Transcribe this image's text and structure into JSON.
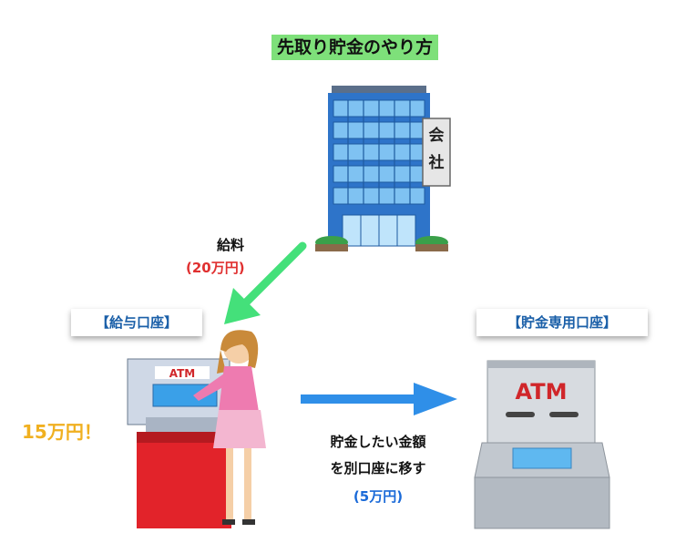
{
  "title": "先取り貯金のやり方",
  "company": {
    "sign_char_1": "会",
    "sign_char_2": "社"
  },
  "salary_flow": {
    "label": "給料",
    "amount": "(20万円)"
  },
  "salary_account": {
    "label": "【給与口座】",
    "atm_text": "ATM",
    "remaining": "15万円！"
  },
  "transfer": {
    "line1": "貯金したい金額",
    "line2": "を別口座に移す",
    "amount": "(5万円)"
  },
  "savings_account": {
    "label": "【貯金専用口座】",
    "atm_text": "ATM"
  },
  "colors": {
    "title_bg": "#7ee07a",
    "green_arrow": "#44e07a",
    "blue_arrow": "#2f8fe8",
    "red_text": "#e03030",
    "yellow_text": "#f0b020",
    "blue_text": "#1a6ad8"
  }
}
